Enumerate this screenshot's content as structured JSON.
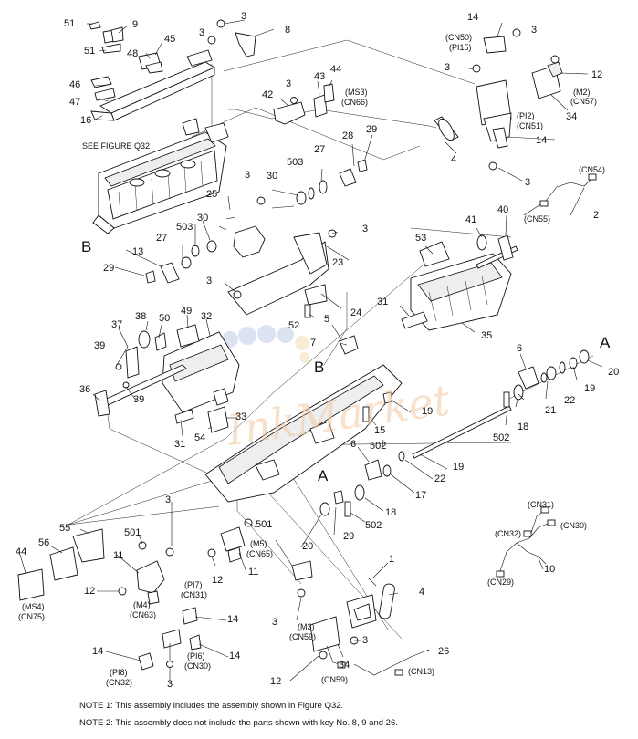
{
  "callouts": [
    {
      "id": "c51a",
      "text": "51"
    },
    {
      "id": "c9",
      "text": "9"
    },
    {
      "id": "c3a",
      "text": "3"
    },
    {
      "id": "c8",
      "text": "8"
    },
    {
      "id": "c3b",
      "text": "3"
    },
    {
      "id": "c51b",
      "text": "51"
    },
    {
      "id": "c48",
      "text": "48"
    },
    {
      "id": "c45",
      "text": "45"
    },
    {
      "id": "c46",
      "text": "46"
    },
    {
      "id": "c47",
      "text": "47"
    },
    {
      "id": "c16",
      "text": "16"
    },
    {
      "id": "c3c",
      "text": "3"
    },
    {
      "id": "c43",
      "text": "43"
    },
    {
      "id": "c44a",
      "text": "44"
    },
    {
      "id": "c42",
      "text": "42"
    },
    {
      "id": "c14a",
      "text": "14"
    },
    {
      "id": "c3d",
      "text": "3"
    },
    {
      "id": "c3e",
      "text": "3"
    },
    {
      "id": "c12a",
      "text": "12"
    },
    {
      "id": "c34a",
      "text": "34"
    },
    {
      "id": "c14b",
      "text": "14"
    },
    {
      "id": "c4a",
      "text": "4"
    },
    {
      "id": "c3f",
      "text": "3"
    },
    {
      "id": "c29a",
      "text": "29"
    },
    {
      "id": "c28",
      "text": "28"
    },
    {
      "id": "c27a",
      "text": "27"
    },
    {
      "id": "c503a",
      "text": "503"
    },
    {
      "id": "c30a",
      "text": "30"
    },
    {
      "id": "c3g",
      "text": "3"
    },
    {
      "id": "c25",
      "text": "25"
    },
    {
      "id": "c30b",
      "text": "30"
    },
    {
      "id": "c503b",
      "text": "503"
    },
    {
      "id": "c27b",
      "text": "27"
    },
    {
      "id": "c13",
      "text": "13"
    },
    {
      "id": "c29b",
      "text": "29"
    },
    {
      "id": "c3h",
      "text": "3"
    },
    {
      "id": "c23",
      "text": "23"
    },
    {
      "id": "c3i",
      "text": "3"
    },
    {
      "id": "c24",
      "text": "24"
    },
    {
      "id": "c52",
      "text": "52"
    },
    {
      "id": "c5",
      "text": "5"
    },
    {
      "id": "c7",
      "text": "7"
    },
    {
      "id": "c2",
      "text": "2"
    },
    {
      "id": "c40",
      "text": "40"
    },
    {
      "id": "c41",
      "text": "41"
    },
    {
      "id": "c53",
      "text": "53"
    },
    {
      "id": "c31a",
      "text": "31"
    },
    {
      "id": "c35",
      "text": "35"
    },
    {
      "id": "c49",
      "text": "49"
    },
    {
      "id": "c32",
      "text": "32"
    },
    {
      "id": "c38",
      "text": "38"
    },
    {
      "id": "c50",
      "text": "50"
    },
    {
      "id": "c37",
      "text": "37"
    },
    {
      "id": "c39a",
      "text": "39"
    },
    {
      "id": "c39b",
      "text": "39"
    },
    {
      "id": "c36",
      "text": "36"
    },
    {
      "id": "c33",
      "text": "33"
    },
    {
      "id": "c54",
      "text": "54"
    },
    {
      "id": "c31b",
      "text": "31"
    },
    {
      "id": "c6a",
      "text": "6"
    },
    {
      "id": "c20a",
      "text": "20"
    },
    {
      "id": "c19a",
      "text": "19"
    },
    {
      "id": "c22a",
      "text": "22"
    },
    {
      "id": "c21",
      "text": "21"
    },
    {
      "id": "c18a",
      "text": "18"
    },
    {
      "id": "c502a",
      "text": "502"
    },
    {
      "id": "c19b",
      "text": "19"
    },
    {
      "id": "c15",
      "text": "15"
    },
    {
      "id": "c502b",
      "text": "502"
    },
    {
      "id": "c6b",
      "text": "6"
    },
    {
      "id": "c19c",
      "text": "19"
    },
    {
      "id": "c22b",
      "text": "22"
    },
    {
      "id": "c17",
      "text": "17"
    },
    {
      "id": "c18b",
      "text": "18"
    },
    {
      "id": "c502c",
      "text": "502"
    },
    {
      "id": "c29c",
      "text": "29"
    },
    {
      "id": "c20b",
      "text": "20"
    },
    {
      "id": "c55",
      "text": "55"
    },
    {
      "id": "c56",
      "text": "56"
    },
    {
      "id": "c44b",
      "text": "44"
    },
    {
      "id": "c501a",
      "text": "501"
    },
    {
      "id": "c3j",
      "text": "3"
    },
    {
      "id": "c11a",
      "text": "11"
    },
    {
      "id": "c12b",
      "text": "12"
    },
    {
      "id": "c501b",
      "text": "501"
    },
    {
      "id": "c11b",
      "text": "11"
    },
    {
      "id": "c12c",
      "text": "12"
    },
    {
      "id": "c1",
      "text": "1"
    },
    {
      "id": "c4b",
      "text": "4"
    },
    {
      "id": "c3k",
      "text": "3"
    },
    {
      "id": "c14c",
      "text": "14"
    },
    {
      "id": "c14d",
      "text": "14"
    },
    {
      "id": "c14e",
      "text": "14"
    },
    {
      "id": "c3l",
      "text": "3"
    },
    {
      "id": "c3m",
      "text": "3"
    },
    {
      "id": "c26",
      "text": "26"
    },
    {
      "id": "c12d",
      "text": "12"
    },
    {
      "id": "c34b",
      "text": "34"
    },
    {
      "id": "c10",
      "text": "10"
    }
  ],
  "connectors": [
    {
      "id": "k_cn50",
      "text": "(CN50)"
    },
    {
      "id": "k_pi15",
      "text": "(PI15)"
    },
    {
      "id": "k_m2",
      "text": "(M2)"
    },
    {
      "id": "k_cn57",
      "text": "(CN57)"
    },
    {
      "id": "k_pi2",
      "text": "(PI2)"
    },
    {
      "id": "k_cn51",
      "text": "(CN51)"
    },
    {
      "id": "k_ms3",
      "text": "(MS3)"
    },
    {
      "id": "k_cn66",
      "text": "(CN66)"
    },
    {
      "id": "k_cn54",
      "text": "(CN54)"
    },
    {
      "id": "k_cn55",
      "text": "(CN55)"
    },
    {
      "id": "k_ms4",
      "text": "(MS4)"
    },
    {
      "id": "k_cn75",
      "text": "(CN75)"
    },
    {
      "id": "k_m4",
      "text": "(M4)"
    },
    {
      "id": "k_cn63",
      "text": "(CN63)"
    },
    {
      "id": "k_m5",
      "text": "(M5)"
    },
    {
      "id": "k_cn65",
      "text": "(CN65)"
    },
    {
      "id": "k_pi7",
      "text": "(PI7)"
    },
    {
      "id": "k_cn31a",
      "text": "(CN31)"
    },
    {
      "id": "k_pi6",
      "text": "(PI6)"
    },
    {
      "id": "k_cn30a",
      "text": "(CN30)"
    },
    {
      "id": "k_pi8",
      "text": "(PI8)"
    },
    {
      "id": "k_cn32a",
      "text": "(CN32)"
    },
    {
      "id": "k_m3",
      "text": "(M3)"
    },
    {
      "id": "k_cn59a",
      "text": "(CN59)"
    },
    {
      "id": "k_cn59b",
      "text": "(CN59)"
    },
    {
      "id": "k_cn13",
      "text": "(CN13)"
    },
    {
      "id": "k_cn31b",
      "text": "(CN31)"
    },
    {
      "id": "k_cn32b",
      "text": "(CN32)"
    },
    {
      "id": "k_cn30b",
      "text": "(CN30)"
    },
    {
      "id": "k_cn29",
      "text": "(CN29)"
    }
  ],
  "references": {
    "see_figure": "SEE FIGURE Q32",
    "marker_a1": "A",
    "marker_a2": "A",
    "marker_b1": "B",
    "marker_b2": "B"
  },
  "notes": {
    "note1": "NOTE 1: This assembly includes the assembly shown in Figure Q32.",
    "note2": "NOTE 2: This assembly does not include the parts shown with key No. 8, 9 and 26."
  },
  "watermark": {
    "text": "InkMarket"
  },
  "colors": {
    "ink": "#111111",
    "watermark": "#f3c9a3",
    "dots": "#b8c8e8"
  }
}
